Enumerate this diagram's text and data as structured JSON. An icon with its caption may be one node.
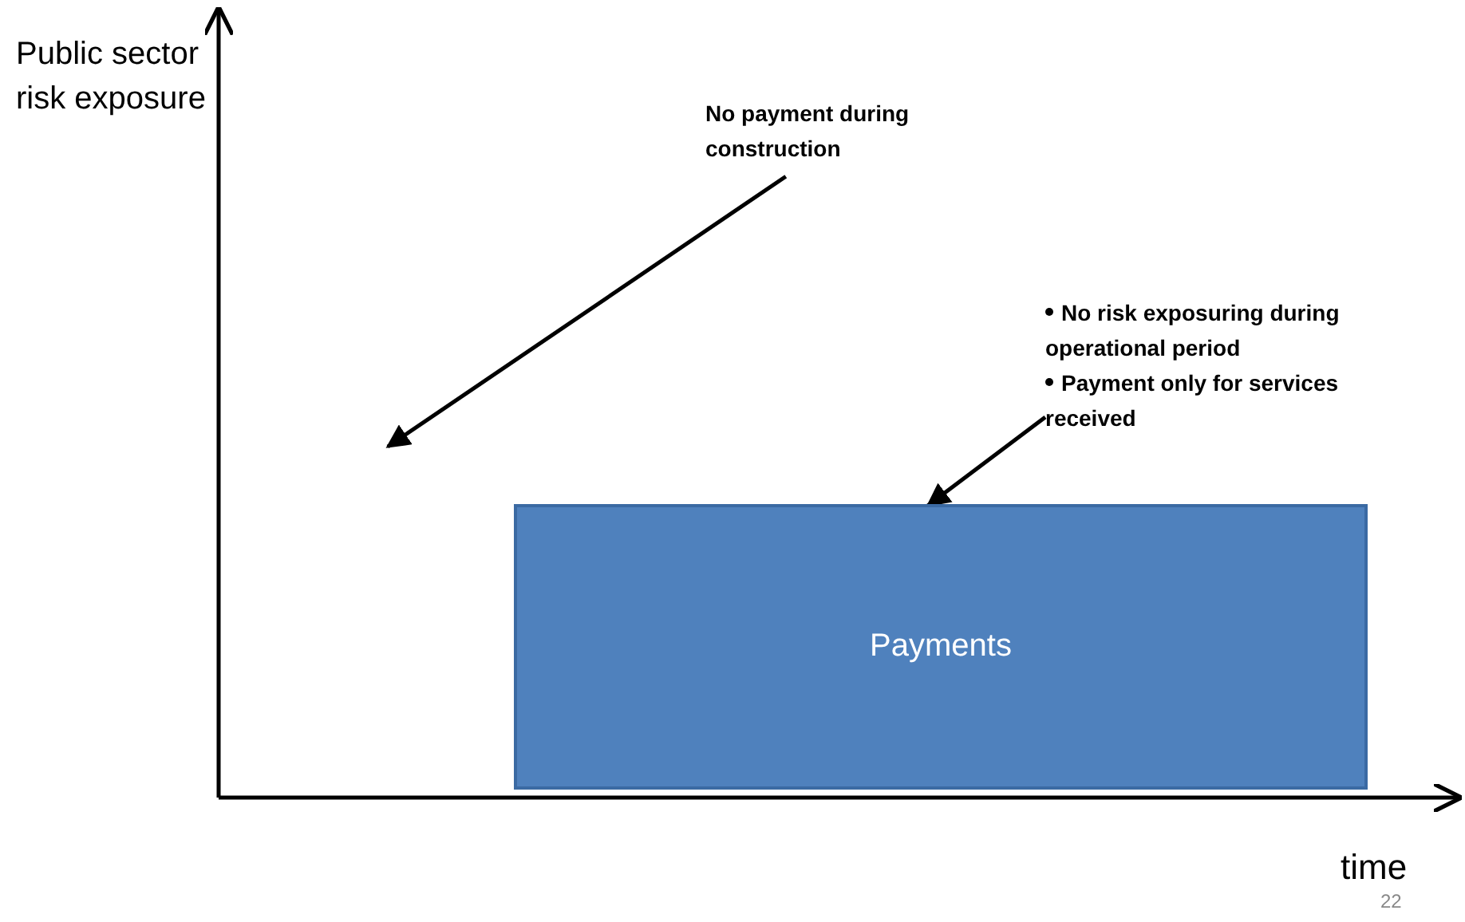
{
  "diagram": {
    "nodes": [
      {
        "text": [
          "No payment during construction"
        ]
      },
      {
        "text": [
          "No risk exposuring during operational period",
          "Payment only for services received"
        ]
      },
      {
        "text": [
          "Payments"
        ]
      }
    ],
    "edges": [
      {
        "from": 0,
        "to": null,
        "arrow": "to"
      },
      {
        "from": 1,
        "to": 2,
        "arrow": "to"
      }
    ],
    "labels": [
      "Public sector risk exposure",
      "time",
      "22"
    ]
  }
}
